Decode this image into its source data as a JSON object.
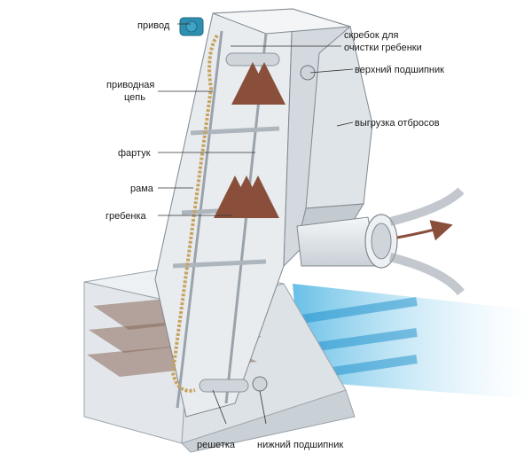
{
  "labels": {
    "drive": "привод",
    "drive_chain_1": "приводная",
    "drive_chain_2": "цепь",
    "apron": "фартук",
    "frame": "рама",
    "rake": "гребенка",
    "scraper_1": "скребок для",
    "scraper_2": "очистки гребенки",
    "upper_bearing": "верхний подшипник",
    "discharge": "выгрузка отбросов",
    "screen": "решетка",
    "lower_bearing": "нижний подшипник"
  },
  "colors": {
    "steel_light": "#e6eaee",
    "steel_mid": "#cfd5db",
    "steel_dark": "#a9b2ba",
    "motor": "#2f8fb0",
    "water": "#5ec2e6",
    "debris": "#8a6a5a",
    "arrow": "#7a4a3a"
  }
}
